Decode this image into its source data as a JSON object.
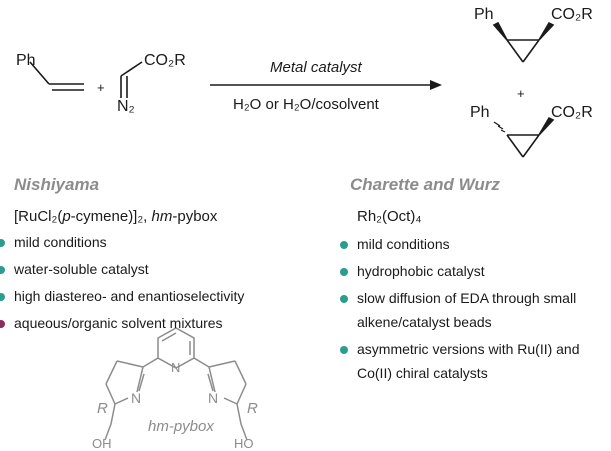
{
  "reaction": {
    "styrene_label": "Ph",
    "plus": "+",
    "diazo_ester": "CO₂R",
    "diazo_n2": "N₂",
    "arrow_top": "Metal catalyst",
    "arrow_bottom": "H₂O or H₂O/cosolvent",
    "product_cis_ph": "Ph",
    "product_cis_ester": "CO₂R",
    "product_plus": "+",
    "product_trans_ph": "Ph",
    "product_trans_ester": "CO₂R"
  },
  "left_panel": {
    "heading": "Nishiyama",
    "catalyst": "[RuCl₂(p-cymene)]₂, hm-pybox",
    "bullets": [
      {
        "text": "mild conditions",
        "color": "#2a9d8f"
      },
      {
        "text": "water-soluble catalyst",
        "color": "#2a9d8f"
      },
      {
        "text": "high diastereo- and enantioselectivity",
        "color": "#2a9d8f"
      },
      {
        "text": "aqueous/organic solvent mixtures",
        "color": "#8b2c5a"
      }
    ],
    "ligand_name": "hm-pybox",
    "ligand_n_left": "N",
    "ligand_n_right": "N",
    "ligand_n_pyridine": "N",
    "ligand_r_left": "R",
    "ligand_r_right": "R",
    "ligand_oh_left": "OH",
    "ligand_oh_right": "HO"
  },
  "right_panel": {
    "heading": "Charette and Wurz",
    "catalyst": "Rh₂(Oct)₄",
    "bullets": [
      {
        "text": "mild conditions",
        "color": "#2a9d8f"
      },
      {
        "text": "hydrophobic catalyst",
        "color": "#2a9d8f"
      },
      {
        "text": "slow diffusion of EDA through small",
        "continuation": "alkene/catalyst beads",
        "color": "#2a9d8f"
      },
      {
        "text": "asymmetric versions with Ru(II) and",
        "continuation": "Co(II) chiral catalysts",
        "color": "#2a9d8f"
      }
    ]
  }
}
